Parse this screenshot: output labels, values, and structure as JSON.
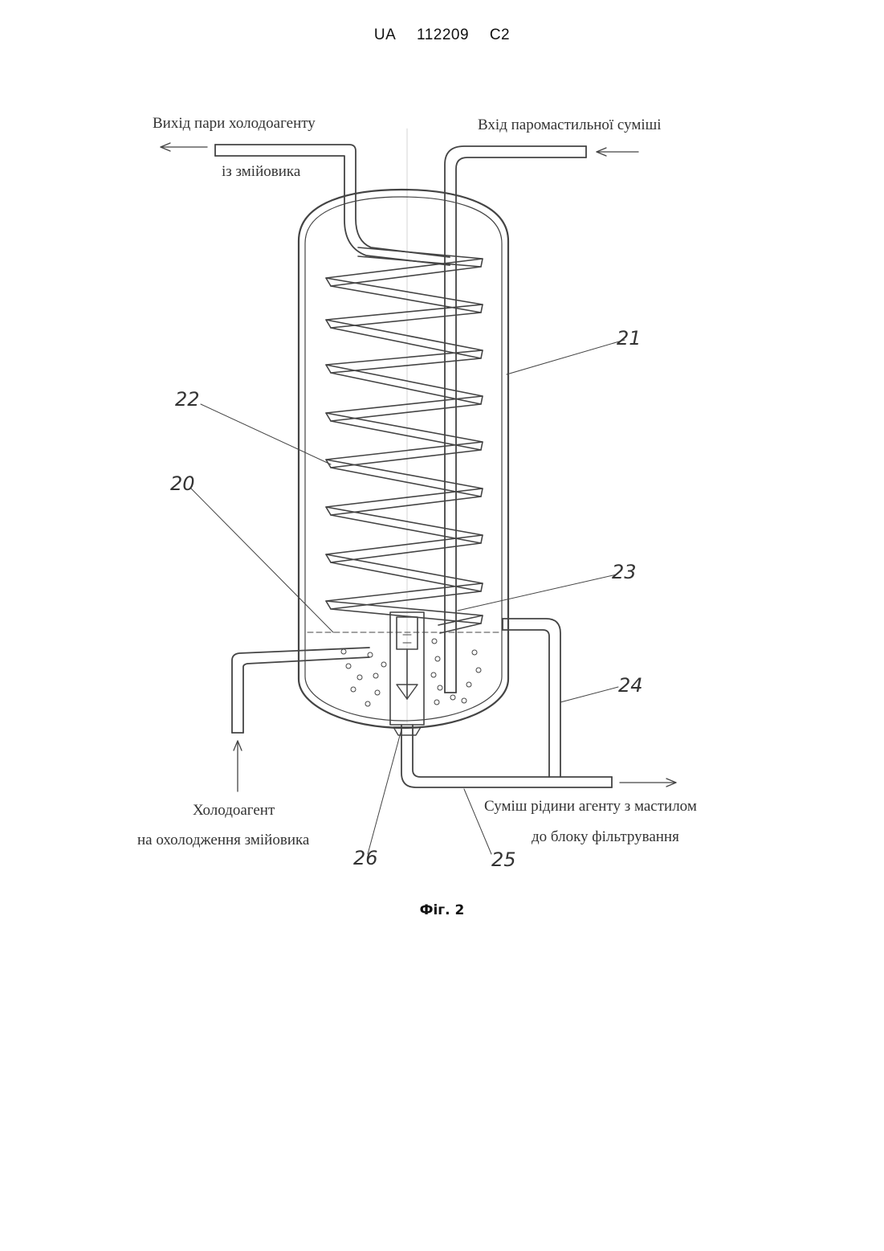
{
  "header": {
    "country": "UA",
    "number": "112209",
    "kind": "C2"
  },
  "labels": {
    "vapor_out_line1": "Вихід пари холодоагенту",
    "vapor_out_line2": "із змійовика",
    "mixture_in": "Вхід паромастильної суміші",
    "refrigerant_line1": "Холодоагент",
    "refrigerant_line2": "на охолодження змійовика",
    "mixture_out_line1": "Суміш рідини агенту з мастилом",
    "mixture_out_line2": "до блоку фільтрування"
  },
  "ref_numbers": {
    "n20": "20",
    "n21": "21",
    "n22": "22",
    "n23": "23",
    "n24": "24",
    "n25": "25",
    "n26": "26"
  },
  "caption": "Фіг. 2"
}
